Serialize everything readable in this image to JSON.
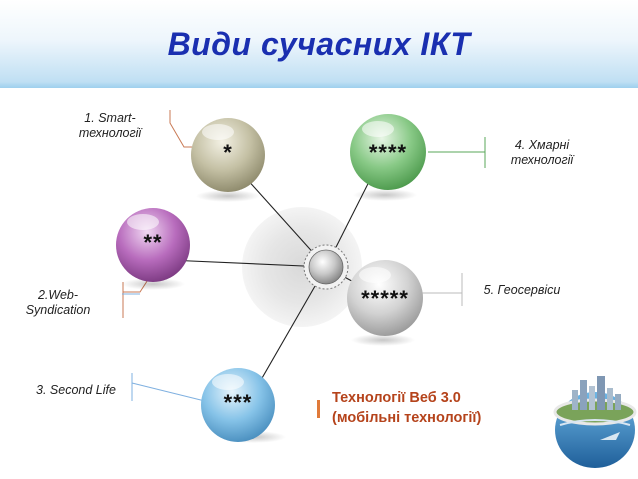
{
  "title": "Види сучасних ІКТ",
  "nodes": [
    {
      "stars": "*",
      "label_lines": [
        "1. Smart-",
        "технології"
      ],
      "color": "#b8b49a"
    },
    {
      "stars": "**",
      "label_lines": [
        "2.Web-",
        "Syndication"
      ],
      "color": "#b06ab5"
    },
    {
      "stars": "***",
      "label_lines": [
        "3. Second Life"
      ],
      "color": "#7bbde4"
    },
    {
      "stars": "****",
      "label_lines": [
        "4. Хмарні",
        "технології"
      ],
      "color": "#7ac07a"
    },
    {
      "stars": "*****",
      "label_lines": [
        "5. Геосервіси"
      ],
      "color": "#c8c8c8"
    }
  ],
  "note": {
    "line1": "Технології Веб 3.0",
    "line2": "(мобільні технології)",
    "color": "#b5431b"
  }
}
